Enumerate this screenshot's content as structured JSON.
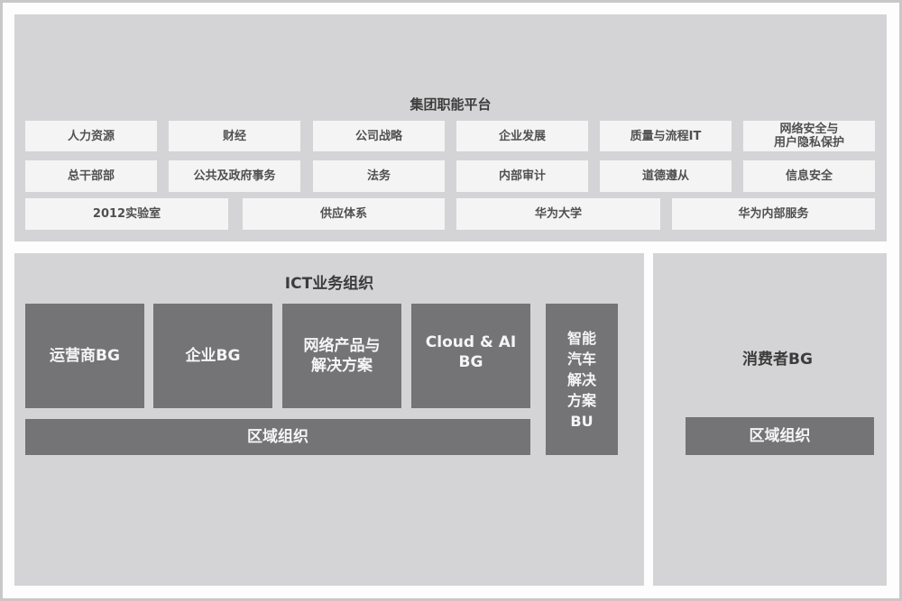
{
  "group_platform": {
    "title": "集团职能平台",
    "row1": [
      "人力资源",
      "财经",
      "公司战略",
      "企业发展",
      "质量与流程IT",
      "网络安全与\n用户隐私保护"
    ],
    "row2": [
      "总干部部",
      "公共及政府事务",
      "法务",
      "内部审计",
      "道德遵从",
      "信息安全"
    ],
    "row3": [
      "2012实验室",
      "供应体系",
      "华为大学",
      "华为内部服务"
    ]
  },
  "ict": {
    "title": "ICT业务组织",
    "bgs": [
      "运营商BG",
      "企业BG",
      "网络产品与\n解决方案",
      "Cloud & AI\nBG"
    ],
    "region": "区域组织",
    "bu": "智能\n汽车\n解决\n方案\nBU"
  },
  "consumer": {
    "title": "消费者BG",
    "region": "区域组织"
  },
  "colors": {
    "panel": "#d4d4d6",
    "light_box": "#f4f4f4",
    "dark_box": "#747376"
  }
}
